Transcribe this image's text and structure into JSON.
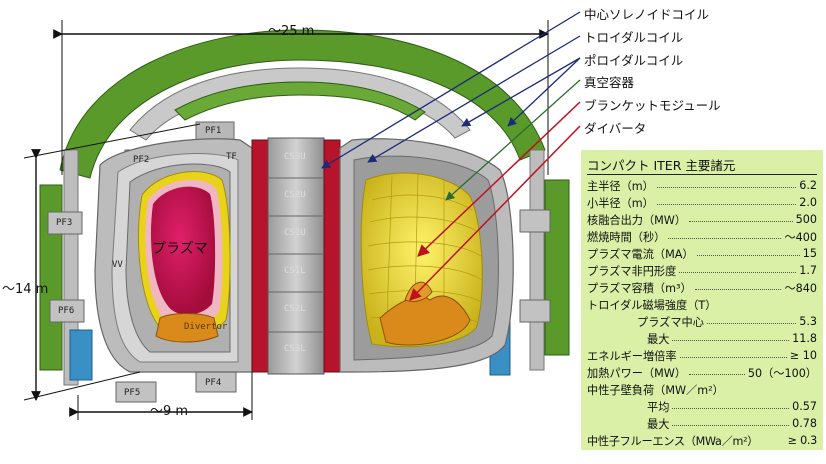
{
  "dimensions": {
    "width": "～25 m",
    "height": "～14 m",
    "radius": "～9 m"
  },
  "callouts": [
    "中心ソレノイドコイル",
    "トロイダルコイル",
    "ポロイダルコイル",
    "真空容器",
    "ブランケットモジュール",
    "ダイバータ"
  ],
  "plasma_label": "プラズマ",
  "coil_labels": {
    "pf1": "PF1",
    "pf2": "PF2",
    "pf3": "PF3",
    "pf4": "PF4",
    "pf5": "PF5",
    "pf6": "PF6",
    "tf": "TF",
    "vv": "VV",
    "divertor": "Divertor"
  },
  "cs_labels": [
    "CS3U",
    "CS2U",
    "CS1U",
    "CS1L",
    "CS2L",
    "CS3L"
  ],
  "colors": {
    "toroidal_coil": "#5a9a2a",
    "solenoid": "#b5142b",
    "vessel": "#a9a9a9",
    "plasma": "#c8134f",
    "blanket": "#e8d21c",
    "divertor": "#d98a1b",
    "specs_bg": "#d9f0a6",
    "arrow_blue": "#1c2a7a",
    "arrow_green": "#2e6b2e",
    "arrow_red": "#c01020"
  },
  "specs": {
    "title": "コンパクト ITER 主要諸元",
    "rows": [
      {
        "name": "主半径（m）",
        "value": "6.2"
      },
      {
        "name": "小半径（m）",
        "value": "2.0"
      },
      {
        "name": "核融合出力（MW）",
        "value": "500"
      },
      {
        "name": "燃焼時間（秒）",
        "value": "～400"
      },
      {
        "name": "プラズマ電流（MA）",
        "value": "15"
      },
      {
        "name": "プラズマ非円形度",
        "value": "1.7"
      },
      {
        "name": "プラズマ容積（m³）",
        "value": "～840"
      },
      {
        "name": "トロイダル磁場強度（T）",
        "value": ""
      },
      {
        "name": "プラズマ中心",
        "value": "5.3"
      },
      {
        "name": "最大",
        "value": "11.8"
      },
      {
        "name": "エネルギー増倍率",
        "value": "≥ 10"
      },
      {
        "name": "加熱パワー（MW）",
        "value": "50（～100）"
      },
      {
        "name": "中性子壁負荷（MW／m²）",
        "value": ""
      },
      {
        "name": "平均",
        "value": "0.57"
      },
      {
        "name": "最大",
        "value": "0.78"
      },
      {
        "name": "中性子フルーエンス（MWa／m²）",
        "value": "≥ 0.3"
      }
    ]
  }
}
